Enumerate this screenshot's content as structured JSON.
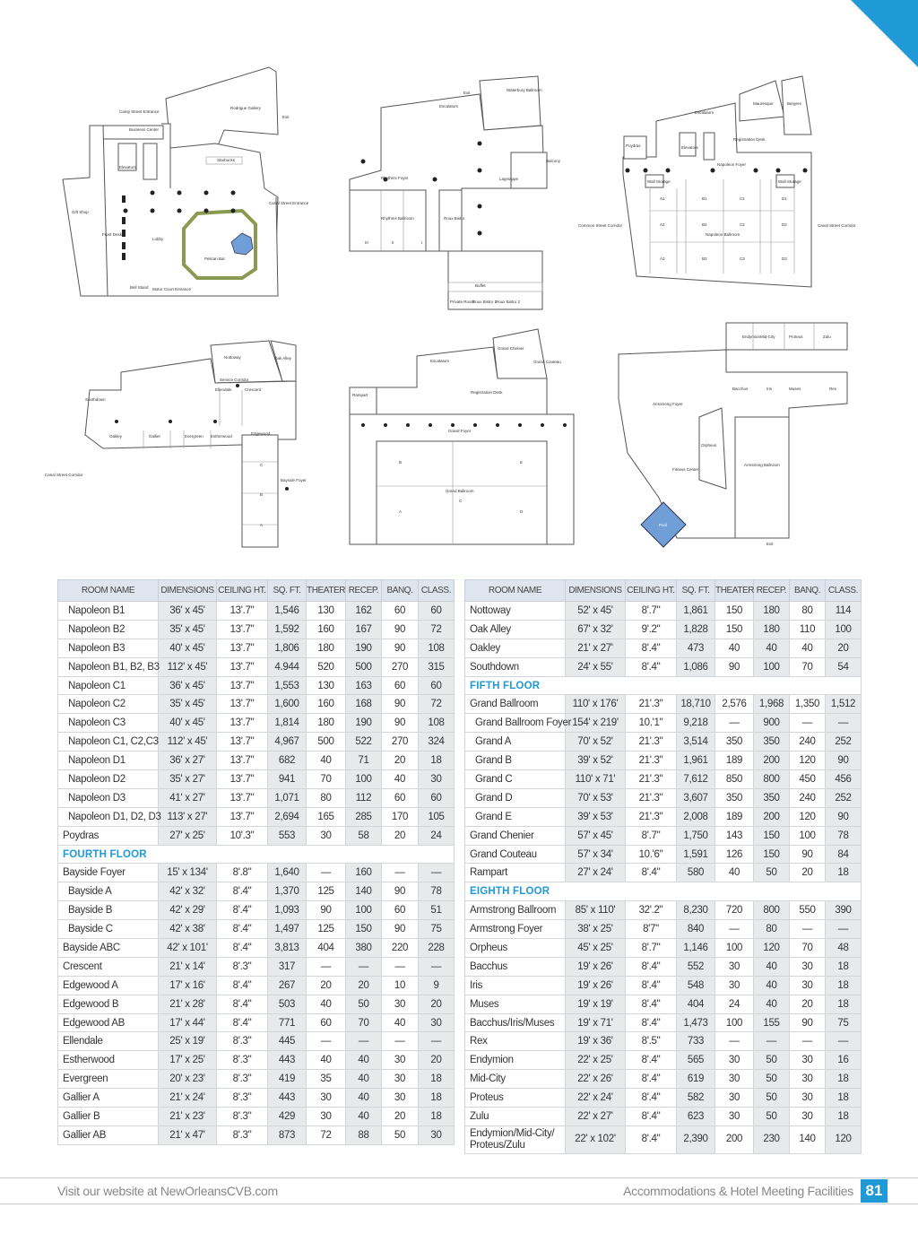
{
  "colors": {
    "accent": "#1f9ad7",
    "header_bg": "#dfe5ee",
    "shade": "#e8e9eb"
  },
  "floor_plans": [
    {
      "labels": [
        "Camp Street Entrance",
        "Rodrigue Gallery",
        "Exit",
        "Business Center",
        "Elevators",
        "Starbucks",
        "Canal Street Entrance",
        "Gift Shop",
        "Front Desk",
        "Lobby",
        "Pelican Bar",
        "Bell Stand",
        "Motor Court Entrance"
      ]
    },
    {
      "labels": [
        "Waterbury Ballroom",
        "Escalators",
        "Exit",
        "Rhythms Foyer",
        "Lagniappe",
        "Balcony",
        "Rhythms Ballroom",
        "Roux Bistro",
        "Buffet",
        "Private Room",
        "Roux Bistro 1",
        "Roux Bistro 2",
        "III",
        "II",
        "I"
      ]
    },
    {
      "labels": [
        "Mauresque",
        "Bergere",
        "Escalators",
        "Poydras",
        "Napoleon Foyer",
        "Wall Storage",
        "Wall Storage",
        "A1",
        "B1",
        "C1",
        "D1",
        "A2",
        "B2",
        "C2",
        "D2",
        "A3",
        "B3",
        "C3",
        "D3",
        "Napoleon Ballroom",
        "Common Street Corridor",
        "Canal Street Corridor",
        "Elevators",
        "Registration Desk"
      ]
    },
    {
      "labels": [
        "Nottoway",
        "Oak Alley",
        "Service Corridor",
        "Southdown",
        "Ellendale",
        "Crescent",
        "Oakley",
        "Gallier",
        "Evergreen",
        "Estherwood",
        "Edgewood",
        "Bayside Foyer",
        "Canal Street Corridor",
        "A",
        "B",
        "C"
      ]
    },
    {
      "labels": [
        "Grand Chenier",
        "Grand Couteau",
        "Escalators",
        "Registration Desk",
        "Rampart",
        "Grand Foyer",
        "Grand Ballroom",
        "A",
        "B",
        "C",
        "D",
        "E"
      ]
    },
    {
      "labels": [
        "Endymion",
        "Mid-City",
        "Proteus",
        "Zulu",
        "Bacchus",
        "Iris",
        "Muses",
        "Rex",
        "Armstrong Foyer",
        "Orpheus",
        "Fitness Center",
        "Armstrong Ballroom",
        "Pool",
        "Exit"
      ]
    }
  ],
  "table_headers": [
    "ROOM NAME",
    "DIMENSIONS",
    "CEILING HT.",
    "SQ. FT.",
    "THEATER",
    "RECEP.",
    "BANQ.",
    "CLASS."
  ],
  "left_table": [
    {
      "cells": [
        "Napoleon B1",
        "36' x 45'",
        "13'.7\"",
        "1,546",
        "130",
        "162",
        "60",
        "60"
      ],
      "indent": true
    },
    {
      "cells": [
        "Napoleon B2",
        "35' x 45'",
        "13'.7\"",
        "1,592",
        "160",
        "167",
        "90",
        "72"
      ],
      "indent": true
    },
    {
      "cells": [
        "Napoleon B3",
        "40' x 45'",
        "13'.7\"",
        "1,806",
        "180",
        "190",
        "90",
        "108"
      ],
      "indent": true
    },
    {
      "cells": [
        "Napoleon B1, B2, B3",
        "112' x 45'",
        "13'.7\"",
        "4.944",
        "520",
        "500",
        "270",
        "315"
      ],
      "indent": true
    },
    {
      "cells": [
        "Napoleon C1",
        "36' x 45'",
        "13'.7\"",
        "1,553",
        "130",
        "163",
        "60",
        "60"
      ],
      "indent": true
    },
    {
      "cells": [
        "Napoleon C2",
        "35' x 45'",
        "13'.7\"",
        "1,600",
        "160",
        "168",
        "90",
        "72"
      ],
      "indent": true
    },
    {
      "cells": [
        "Napoleon C3",
        "40' x 45'",
        "13'.7\"",
        "1,814",
        "180",
        "190",
        "90",
        "108"
      ],
      "indent": true
    },
    {
      "cells": [
        "Napoleon C1, C2,C3",
        "112' x 45'",
        "13'.7\"",
        "4,967",
        "500",
        "522",
        "270",
        "324"
      ],
      "indent": true
    },
    {
      "cells": [
        "Napoleon D1",
        "36' x 27'",
        "13'.7\"",
        "682",
        "40",
        "71",
        "20",
        "18"
      ],
      "indent": true
    },
    {
      "cells": [
        "Napoleon D2",
        "35' x 27'",
        "13'.7\"",
        "941",
        "70",
        "100",
        "40",
        "30"
      ],
      "indent": true
    },
    {
      "cells": [
        "Napoleon D3",
        "41' x 27'",
        "13'.7\"",
        "1,071",
        "80",
        "112",
        "60",
        "60"
      ],
      "indent": true
    },
    {
      "cells": [
        "Napoleon D1, D2, D3",
        "113' x 27'",
        "13'.7\"",
        "2,694",
        "165",
        "285",
        "170",
        "105"
      ],
      "indent": true
    },
    {
      "cells": [
        "Poydras",
        "27' x 25'",
        "10'.3\"",
        "553",
        "30",
        "58",
        "20",
        "24"
      ]
    },
    {
      "section": "FOURTH FLOOR"
    },
    {
      "cells": [
        "Bayside Foyer",
        "15' x 134'",
        "8'.8\"",
        "1,640",
        "—",
        "160",
        "—",
        "—"
      ]
    },
    {
      "cells": [
        "Bayside A",
        "42' x 32'",
        "8'.4\"",
        "1,370",
        "125",
        "140",
        "90",
        "78"
      ],
      "indent": true
    },
    {
      "cells": [
        "Bayside B",
        "42' x 29'",
        "8'.4\"",
        "1,093",
        "90",
        "100",
        "60",
        "51"
      ],
      "indent": true
    },
    {
      "cells": [
        "Bayside C",
        "42' x 38'",
        "8'.4\"",
        "1,497",
        "125",
        "150",
        "90",
        "75"
      ],
      "indent": true
    },
    {
      "cells": [
        "Bayside ABC",
        "42' x 101'",
        "8'.4\"",
        "3,813",
        "404",
        "380",
        "220",
        "228"
      ]
    },
    {
      "cells": [
        "Crescent",
        "21' x 14'",
        "8'.3\"",
        "317",
        "—",
        "—",
        "—",
        "—"
      ]
    },
    {
      "cells": [
        "Edgewood A",
        "17' x 16'",
        "8'.4\"",
        "267",
        "20",
        "20",
        "10",
        "9"
      ]
    },
    {
      "cells": [
        "Edgewood B",
        "21' x 28'",
        "8'.4\"",
        "503",
        "40",
        "50",
        "30",
        "20"
      ]
    },
    {
      "cells": [
        "Edgewood AB",
        "17' x 44'",
        "8'.4\"",
        "771",
        "60",
        "70",
        "40",
        "30"
      ]
    },
    {
      "cells": [
        "Ellendale",
        "25' x 19'",
        "8'.3\"",
        "445",
        "—",
        "—",
        "—",
        "—"
      ]
    },
    {
      "cells": [
        "Estherwood",
        "17' x 25'",
        "8'.3\"",
        "443",
        "40",
        "40",
        "30",
        "20"
      ]
    },
    {
      "cells": [
        "Evergreen",
        "20' x 23'",
        "8'.3\"",
        "419",
        "35",
        "40",
        "30",
        "18"
      ]
    },
    {
      "cells": [
        "Gallier A",
        "21' x 24'",
        "8'.3\"",
        "443",
        "30",
        "40",
        "30",
        "18"
      ]
    },
    {
      "cells": [
        "Gallier B",
        "21' x 23'",
        "8'.3\"",
        "429",
        "30",
        "40",
        "20",
        "18"
      ]
    },
    {
      "cells": [
        "Gallier AB",
        "21' x 47'",
        "8'.3\"",
        "873",
        "72",
        "88",
        "50",
        "30"
      ]
    }
  ],
  "right_table": [
    {
      "cells": [
        "Nottoway",
        "52' x 45'",
        "8'.7\"",
        "1,861",
        "150",
        "180",
        "80",
        "114"
      ]
    },
    {
      "cells": [
        "Oak Alley",
        "67' x 32'",
        "9'.2\"",
        "1,828",
        "150",
        "180",
        "110",
        "100"
      ]
    },
    {
      "cells": [
        "Oakley",
        "21' x 27'",
        "8'.4\"",
        "473",
        "40",
        "40",
        "40",
        "20"
      ]
    },
    {
      "cells": [
        "Southdown",
        "24' x 55'",
        "8'.4\"",
        "1,086",
        "90",
        "100",
        "70",
        "54"
      ]
    },
    {
      "section": "FIFTH FLOOR"
    },
    {
      "cells": [
        "Grand Ballroom",
        "110' x 176'",
        "21'.3\"",
        "18,710",
        "2,576",
        "1,968",
        "1,350",
        "1,512"
      ]
    },
    {
      "cells": [
        "Grand Ballroom Foyer",
        "154' x 219'",
        "10.'1\"",
        "9,218",
        "—",
        "900",
        "—",
        "—"
      ],
      "indent": true
    },
    {
      "cells": [
        "Grand A",
        "70' x 52'",
        "21'.3\"",
        "3,514",
        "350",
        "350",
        "240",
        "252"
      ],
      "indent": true
    },
    {
      "cells": [
        "Grand B",
        "39' x 52'",
        "21'.3\"",
        "1,961",
        "189",
        "200",
        "120",
        "90"
      ],
      "indent": true
    },
    {
      "cells": [
        "Grand C",
        "110' x 71'",
        "21'.3\"",
        "7,612",
        "850",
        "800",
        "450",
        "456"
      ],
      "indent": true
    },
    {
      "cells": [
        "Grand D",
        "70' x 53'",
        "21'.3\"",
        "3,607",
        "350",
        "350",
        "240",
        "252"
      ],
      "indent": true
    },
    {
      "cells": [
        "Grand E",
        "39' x 53'",
        "21'.3\"",
        "2,008",
        "189",
        "200",
        "120",
        "90"
      ],
      "indent": true
    },
    {
      "cells": [
        "Grand Chenier",
        "57' x 45'",
        "8'.7\"",
        "1,750",
        "143",
        "150",
        "100",
        "78"
      ]
    },
    {
      "cells": [
        "Grand Couteau",
        "57' x 34'",
        "10.'6\"",
        "1,591",
        "126",
        "150",
        "90",
        "84"
      ]
    },
    {
      "cells": [
        "Rampart",
        "27' x 24'",
        "8'.4\"",
        "580",
        "40",
        "50",
        "20",
        "18"
      ]
    },
    {
      "section": "EIGHTH FLOOR"
    },
    {
      "cells": [
        "Armstrong Ballroom",
        "85' x 110'",
        "32'.2\"",
        "8,230",
        "720",
        "800",
        "550",
        "390"
      ]
    },
    {
      "cells": [
        "Armstrong Foyer",
        "38' x 25'",
        "8'7\"",
        "840",
        "—",
        "80",
        "—",
        "—"
      ]
    },
    {
      "cells": [
        "Orpheus",
        "45' x 25'",
        "8'.7\"",
        "1,146",
        "100",
        "120",
        "70",
        "48"
      ]
    },
    {
      "cells": [
        "Bacchus",
        "19' x 26'",
        "8'.4\"",
        "552",
        "30",
        "40",
        "30",
        "18"
      ]
    },
    {
      "cells": [
        "Iris",
        "19' x 26'",
        "8'.4\"",
        "548",
        "30",
        "40",
        "30",
        "18"
      ]
    },
    {
      "cells": [
        "Muses",
        "19' x 19'",
        "8'.4\"",
        "404",
        "24",
        "40",
        "20",
        "18"
      ]
    },
    {
      "cells": [
        "Bacchus/Iris/Muses",
        "19' x 71'",
        "8'.4\"",
        "1,473",
        "100",
        "155",
        "90",
        "75"
      ]
    },
    {
      "cells": [
        "Rex",
        "19' x 36'",
        "8'.5\"",
        "733",
        "—",
        "—",
        "—",
        "—"
      ]
    },
    {
      "cells": [
        "Endymion",
        "22' x 25'",
        "8'.4\"",
        "565",
        "30",
        "50",
        "30",
        "16"
      ]
    },
    {
      "cells": [
        "Mid-City",
        "22' x 26'",
        "8'.4\"",
        "619",
        "30",
        "50",
        "30",
        "18"
      ]
    },
    {
      "cells": [
        "Proteus",
        "22' x 24'",
        "8'.4\"",
        "582",
        "30",
        "50",
        "30",
        "18"
      ]
    },
    {
      "cells": [
        "Zulu",
        "22' x 27'",
        "8'.4\"",
        "623",
        "30",
        "50",
        "30",
        "18"
      ]
    },
    {
      "cells": [
        "Endymion/Mid-City/ Proteus/Zulu",
        "22' x 102'",
        "8'.4\"",
        "2,390",
        "200",
        "230",
        "140",
        "120"
      ],
      "two": true
    }
  ],
  "footer": {
    "website": "Visit our website at NewOrleansCVB.com",
    "section_title": "Accommodations & Hotel Meeting Facilities",
    "page_number": "81"
  }
}
